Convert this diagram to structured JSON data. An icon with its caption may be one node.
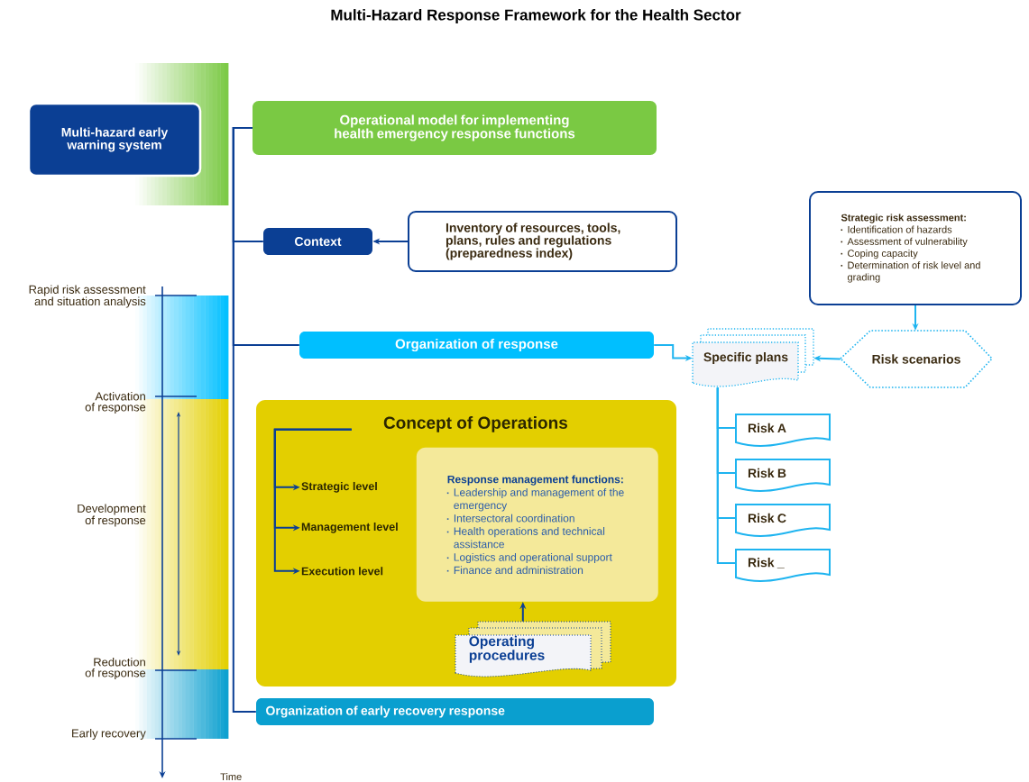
{
  "diagram": {
    "title": "Multi-Hazard Response Framework for the Health Sector",
    "nodes": [
      {
        "text": [
          "Multi-hazard early warning system"
        ]
      },
      {
        "text": [
          "Operational model for implementing health emergency response functions"
        ]
      },
      {
        "text": [
          "Context"
        ]
      },
      {
        "text": [
          "Inventory of resources, tools, plans, rules and regulations (preparedness index)"
        ]
      },
      {
        "text": [
          "Strategic risk assessment:",
          "Identification of hazards",
          "Assessment of vulnerability",
          "Coping capacity",
          "Determination of risk level and grading"
        ]
      },
      {
        "text": [
          "Organization of response"
        ]
      },
      {
        "text": [
          "Specific plans"
        ]
      },
      {
        "text": [
          "Risk scenarios"
        ]
      },
      {
        "text": [
          "Risk A"
        ]
      },
      {
        "text": [
          "Risk B"
        ]
      },
      {
        "text": [
          "Risk C"
        ]
      },
      {
        "text": [
          "Risk _"
        ]
      },
      {
        "text": [
          "Concept of Operations"
        ]
      },
      {
        "text": [
          "Strategic level"
        ],
        "in": 12
      },
      {
        "text": [
          "Management level"
        ],
        "in": 12
      },
      {
        "text": [
          "Execution level"
        ],
        "in": 12
      },
      {
        "text": [
          "Response management functions:",
          "Leadership and management of the emergency",
          "Intersectoral coordination",
          "Health operations and technical assistance",
          "Logistics and operational support",
          "Finance and administration"
        ],
        "in": 12
      },
      {
        "text": [
          "Operating procedures"
        ],
        "in": 12
      },
      {
        "text": [
          "Organization of early recovery response"
        ]
      }
    ],
    "edges": [
      {
        "from": 1,
        "to": 2,
        "arrow": "none"
      },
      {
        "from": 1,
        "to": 5,
        "arrow": "none"
      },
      {
        "from": 1,
        "to": 18,
        "arrow": "none"
      },
      {
        "from": 3,
        "to": 2,
        "arrow": "to"
      },
      {
        "from": 5,
        "to": 6,
        "arrow": "to",
        "color": "#1eb4f0"
      },
      {
        "from": 4,
        "to": 7,
        "arrow": "to",
        "color": "#1eb4f0"
      },
      {
        "from": 7,
        "to": 6,
        "arrow": "to",
        "color": "#1eb4f0"
      },
      {
        "from": 6,
        "to": 8,
        "arrow": "none",
        "color": "#1eb4f0"
      },
      {
        "from": 6,
        "to": 9,
        "arrow": "none",
        "color": "#1eb4f0"
      },
      {
        "from": 6,
        "to": 10,
        "arrow": "none",
        "color": "#1eb4f0"
      },
      {
        "from": 6,
        "to": 11,
        "arrow": "none",
        "color": "#1eb4f0"
      },
      {
        "from": 12,
        "to": 13,
        "arrow": "to"
      },
      {
        "from": 12,
        "to": 14,
        "arrow": "to"
      },
      {
        "from": 12,
        "to": 15,
        "arrow": "to"
      },
      {
        "from": 17,
        "to": 16,
        "arrow": "to"
      }
    ],
    "labels": [
      "Rapid risk assessment and situation analysis",
      "Activation of response",
      "Development of response",
      "Reduction of response",
      "Early recovery",
      "Time"
    ]
  }
}
